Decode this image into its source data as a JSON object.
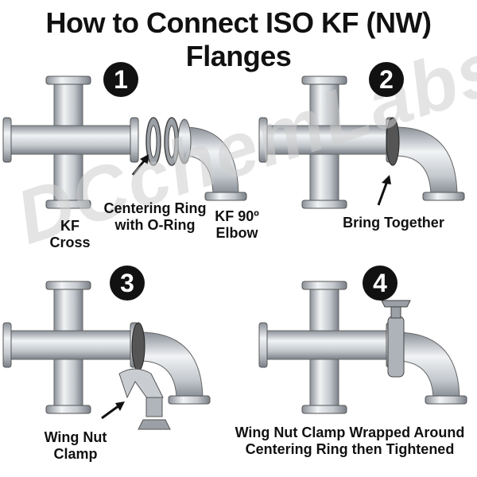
{
  "title": "How to Connect ISO KF (NW) Flanges",
  "watermark": "DCchemLabs",
  "steps": [
    {
      "number": "1",
      "labels": {
        "cross": "KF\nCross",
        "ring": "Centering Ring\nwith O-Ring",
        "elbow": "KF 90º\nElbow"
      }
    },
    {
      "number": "2",
      "labels": {
        "action": "Bring Together"
      }
    },
    {
      "number": "3",
      "labels": {
        "clamp": "Wing Nut\nClamp"
      }
    },
    {
      "number": "4",
      "labels": {
        "final": "Wing Nut Clamp Wrapped Around\nCentering Ring then Tightened"
      }
    }
  ],
  "colors": {
    "steel_light": "#e9ecef",
    "steel_mid": "#b9bec4",
    "steel_dark": "#7e858c",
    "badge": "#111111"
  }
}
